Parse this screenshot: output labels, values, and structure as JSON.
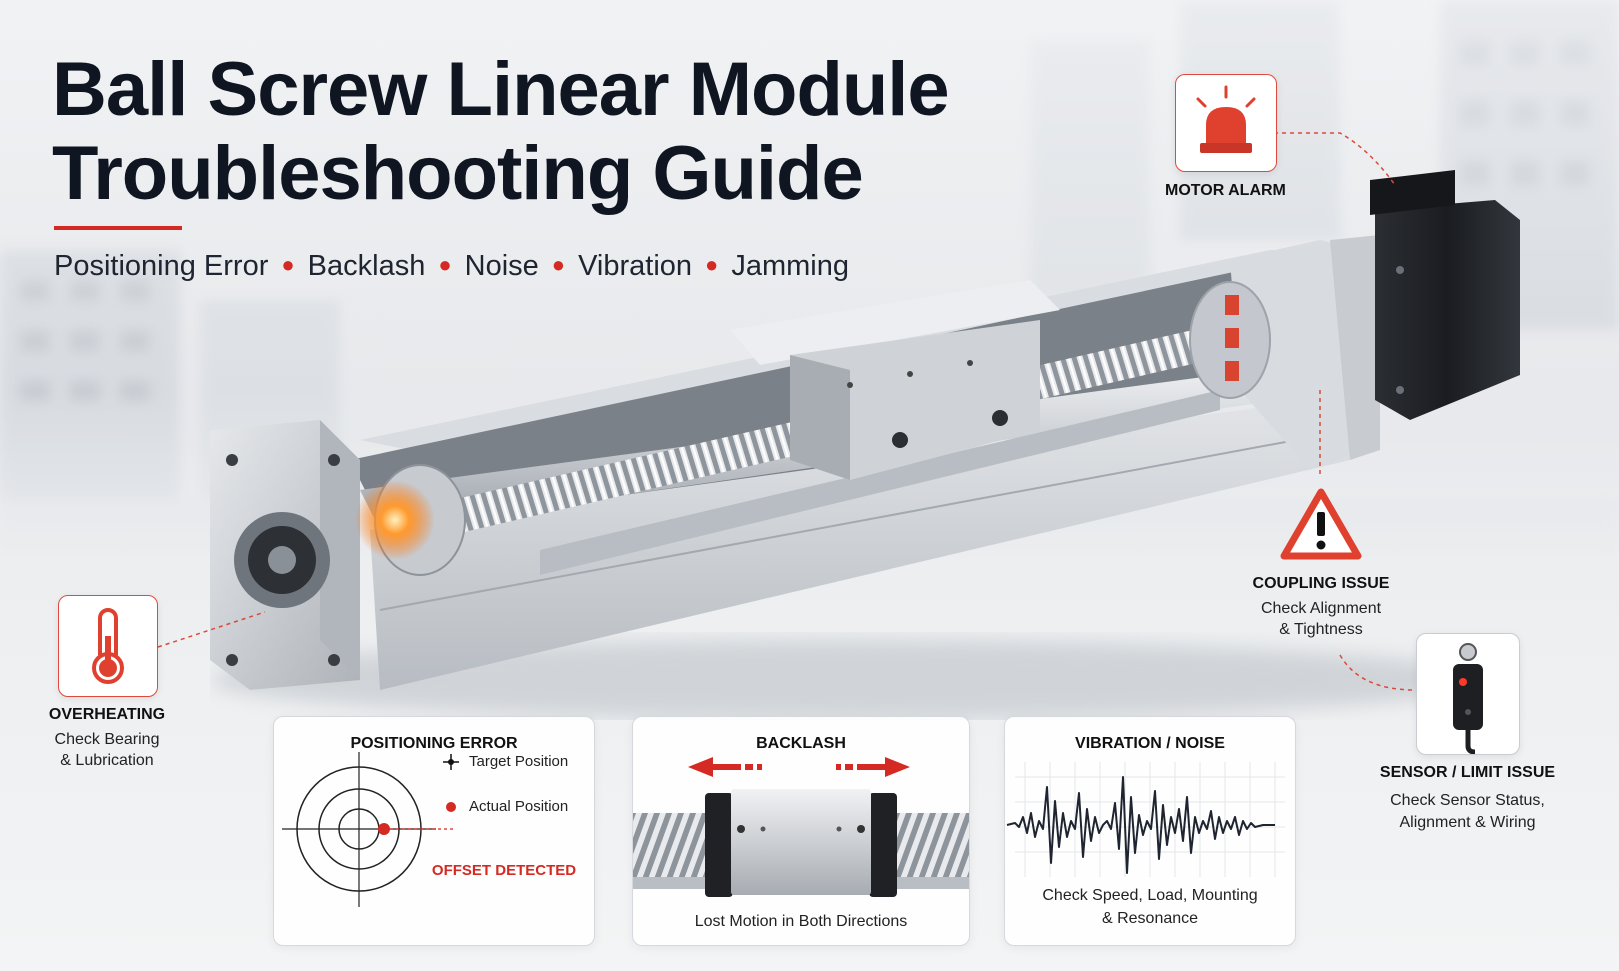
{
  "title": {
    "line1": "Ball Screw Linear Module",
    "line2": "Troubleshooting Guide"
  },
  "subtitle": {
    "items": [
      "Positioning Error",
      "Backlash",
      "Noise",
      "Vibration",
      "Jamming"
    ]
  },
  "callouts": {
    "motor_alarm": {
      "title": "MOTOR ALARM",
      "icon": "siren-icon"
    },
    "coupling_issue": {
      "title": "COUPLING ISSUE",
      "desc_line1": "Check Alignment",
      "desc_line2": "& Tightness",
      "icon": "warning-triangle-icon"
    },
    "sensor_issue": {
      "title": "SENSOR / LIMIT ISSUE",
      "desc_line1": "Check Sensor Status,",
      "desc_line2": "Alignment & Wiring",
      "icon": "proximity-sensor-icon"
    },
    "overheating": {
      "title": "OVERHEATING",
      "desc_line1": "Check Bearing",
      "desc_line2": "& Lubrication",
      "icon": "thermometer-icon"
    }
  },
  "panels": {
    "positioning": {
      "title": "POSITIONING ERROR",
      "target_label": "Target Position",
      "actual_label": "Actual Position",
      "status": "OFFSET DETECTED"
    },
    "backlash": {
      "title": "BACKLASH",
      "caption": "Lost Motion in Both Directions"
    },
    "vibration": {
      "title": "VIBRATION / NOISE",
      "caption_line1": "Check Speed, Load, Mounting",
      "caption_line2": "& Resonance"
    }
  },
  "colors": {
    "accent_red": "#d42a23",
    "title_dark": "#0f1622"
  }
}
